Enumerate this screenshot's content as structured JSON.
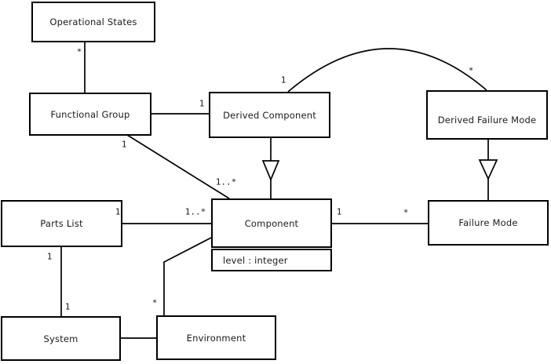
{
  "diagram_type": "uml-class-diagram",
  "colors": {
    "background": "#ffffff",
    "line": "#000000",
    "text": "#1a1a1a"
  },
  "nodes": {
    "operational_states": "Operational States",
    "functional_group": "Functional Group",
    "derived_component": "Derived Component",
    "derived_failure_mode": "Derived Failure Mode",
    "parts_list": "Parts List",
    "component": "Component",
    "component_attribute": "level : integer",
    "failure_mode": "Failure Mode",
    "system": "System",
    "environment": "Environment"
  },
  "multiplicities": {
    "os_fg": "*",
    "fg_dc": "1",
    "fg_comp_source": "1",
    "fg_comp_target": "1..*",
    "dc_dfm_source": "1",
    "dc_dfm_target": "*",
    "pl_comp_source": "1",
    "pl_comp_target": "1..*",
    "comp_fm_source": "1",
    "comp_fm_target": "*",
    "comp_env_target": "*",
    "pl_sys_source": "1",
    "pl_sys_target": "1"
  },
  "edges": [
    {
      "from": "Operational States",
      "to": "Functional Group",
      "type": "association",
      "from_label": "*"
    },
    {
      "from": "Functional Group",
      "to": "Derived Component",
      "type": "association",
      "to_label": "1"
    },
    {
      "from": "Functional Group",
      "to": "Component",
      "type": "association",
      "from_label": "1",
      "to_label": "1..*"
    },
    {
      "from": "Derived Component",
      "to": "Component",
      "type": "generalization"
    },
    {
      "from": "Derived Component",
      "to": "Derived Failure Mode",
      "type": "association-arc",
      "from_label": "1",
      "to_label": "*"
    },
    {
      "from": "Derived Failure Mode",
      "to": "Failure Mode",
      "type": "generalization"
    },
    {
      "from": "Parts List",
      "to": "Component",
      "type": "association",
      "from_label": "1",
      "to_label": "1..*"
    },
    {
      "from": "Component",
      "to": "Failure Mode",
      "type": "association",
      "from_label": "1",
      "to_label": "*"
    },
    {
      "from": "Component",
      "to": "Environment",
      "type": "association",
      "to_label": "*"
    },
    {
      "from": "Parts List",
      "to": "System",
      "type": "association",
      "from_label": "1",
      "to_label": "1"
    },
    {
      "from": "System",
      "to": "Environment",
      "type": "association"
    }
  ]
}
